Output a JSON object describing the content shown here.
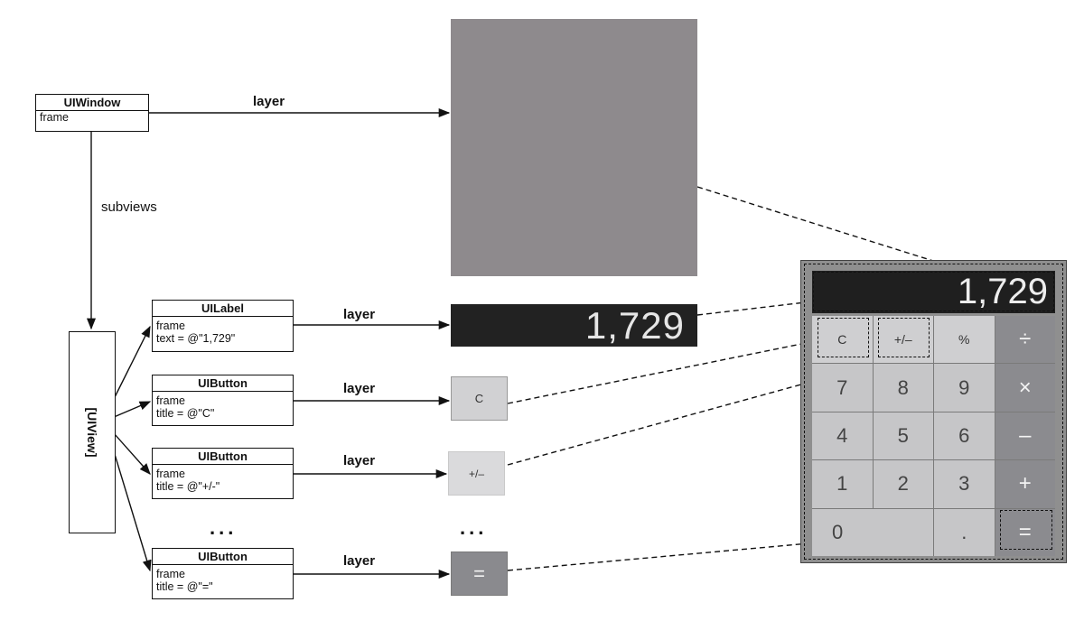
{
  "objects": {
    "window": {
      "title": "UIWindow",
      "props": [
        "frame"
      ]
    },
    "view": {
      "title": "[UIView]"
    },
    "label": {
      "title": "UILabel",
      "props": [
        "frame",
        "text = @\"1,729\""
      ]
    },
    "button_c": {
      "title": "UIButton",
      "props": [
        "frame",
        "title = @\"C\""
      ]
    },
    "button_pm": {
      "title": "UIButton",
      "props": [
        "frame",
        "title = @\"+/-\""
      ]
    },
    "button_eq": {
      "title": "UIButton",
      "props": [
        "frame",
        "title = @\"=\""
      ]
    }
  },
  "edge_labels": {
    "window_layer": "layer",
    "subviews": "subviews",
    "label_layer": "layer",
    "c_layer": "layer",
    "pm_layer": "layer",
    "eq_layer": "layer"
  },
  "ellipsis": {
    "objects": "...",
    "layers": "..."
  },
  "layers": {
    "label_text": "1,729",
    "c_text": "C",
    "pm_text": "+/–",
    "eq_text": "="
  },
  "calculator": {
    "display": "1,729",
    "keys": [
      {
        "label": "C",
        "kind": "fn"
      },
      {
        "label": "+/–",
        "kind": "fn"
      },
      {
        "label": "%",
        "kind": "fn"
      },
      {
        "label": "÷",
        "kind": "op"
      },
      {
        "label": "7",
        "kind": "num"
      },
      {
        "label": "8",
        "kind": "num"
      },
      {
        "label": "9",
        "kind": "num"
      },
      {
        "label": "×",
        "kind": "op"
      },
      {
        "label": "4",
        "kind": "num"
      },
      {
        "label": "5",
        "kind": "num"
      },
      {
        "label": "6",
        "kind": "num"
      },
      {
        "label": "–",
        "kind": "op"
      },
      {
        "label": "1",
        "kind": "num"
      },
      {
        "label": "2",
        "kind": "num"
      },
      {
        "label": "3",
        "kind": "num"
      },
      {
        "label": "+",
        "kind": "op"
      },
      {
        "label": "0",
        "kind": "zero"
      },
      {
        "label": ".",
        "kind": "num"
      },
      {
        "label": "=",
        "kind": "op"
      }
    ]
  },
  "colors": {
    "window_layer": "#8e8a8d",
    "display_bg": "#1f1f1f",
    "key_bg": "#c6c6c8",
    "operator_bg": "#8b8b8f",
    "calculator_frame": "#8f8f8f"
  }
}
